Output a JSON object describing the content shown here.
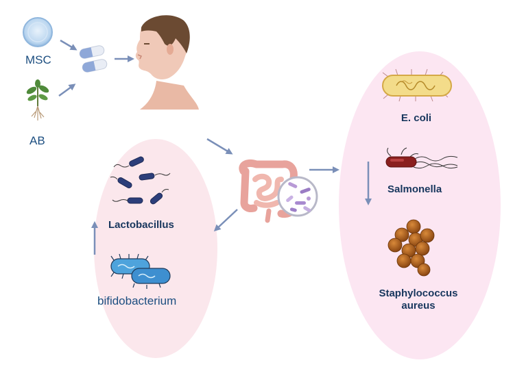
{
  "inputs": {
    "msc_label": "MSC",
    "ab_label": "AB"
  },
  "beneficial": {
    "lactobacillus_label": "Lactobacillus",
    "bifidobacterium_label": "bifidobacterium"
  },
  "pathogens": {
    "ecoli_label": "E. coli",
    "salmonella_label": "Salmonella",
    "staph_label_line1": "Staphylococcus",
    "staph_label_line2": "aureus"
  },
  "colors": {
    "arrow": "#7a8fb8",
    "left_ellipse": "#fbe7ec",
    "right_ellipse": "#fce6f2",
    "label_blue": "#1c4e80",
    "label_bold": "#17365d",
    "capsule_blue": "#8fa8d8",
    "lactobacillus": "#2c3e7a",
    "bifidobacterium": "#3e8fd0",
    "ecoli": "#f3dc8a",
    "salmonella": "#8a1f1f",
    "staph": "#a0551a",
    "intestine": "#e8a39c",
    "skin": "#f0c9b8",
    "hair": "#6b4a32"
  },
  "icons": [
    "msc-cell-icon",
    "plant-icon",
    "capsule-icon",
    "human-head-icon",
    "intestine-icon",
    "microbiome-magnifier-icon",
    "lactobacillus-icon",
    "bifidobacterium-icon",
    "ecoli-icon",
    "salmonella-icon",
    "staphylococcus-icon"
  ]
}
